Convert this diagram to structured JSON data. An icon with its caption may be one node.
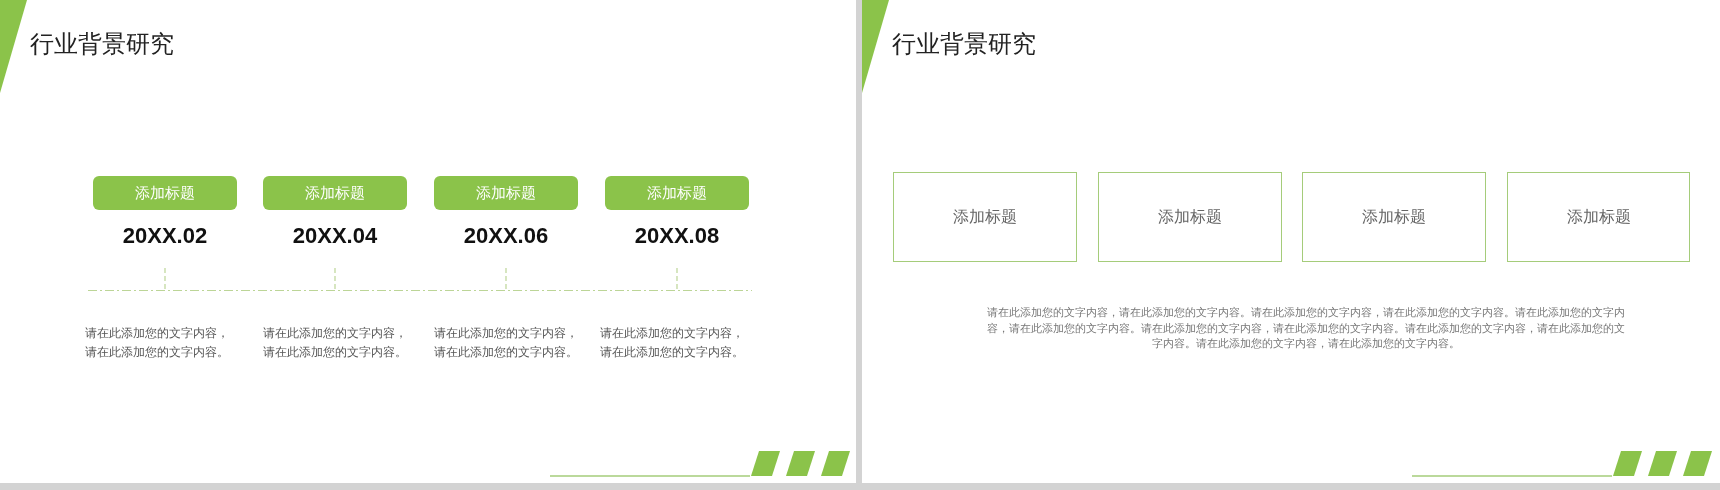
{
  "diagram": {
    "nodes": [
      {
        "text": [
          "添加标题"
        ],
        "beside": [
          "20XX.02"
        ]
      },
      {
        "text": [
          "添加标题"
        ],
        "beside": [
          "20XX.04"
        ]
      },
      {
        "text": [
          "添加标题"
        ],
        "beside": [
          "20XX.06"
        ]
      },
      {
        "text": [
          "添加标题"
        ],
        "beside": [
          "20XX.08"
        ]
      },
      {
        "text": [
          "添加标题"
        ]
      },
      {
        "text": [
          "添加标题"
        ]
      },
      {
        "text": [
          "添加标题"
        ]
      },
      {
        "text": [
          "添加标题"
        ]
      }
    ],
    "labels": [
      "行业背景研究",
      "请在此添加您的文字内容，请在此添加您的文字内容。",
      "请在此添加您的文字内容，请在此添加您的文字内容。",
      "请在此添加您的文字内容，请在此添加您的文字内容。",
      "请在此添加您的文字内容，请在此添加您的文字内容。",
      "行业背景研究",
      "请在此添加您的文字内容，请在此添加您的文字内容。请在此添加您的文字内容，请在此添加您的文字内容。请在此添加您的文字内容，请在此添加您的文字内容。请在此添加您的文字内容，请在此添加您的文字内容。请在此添加您的文字内容，请在此添加您的文字内容。请在此添加您的文字内容，请在此添加您的文字内容。"
    ]
  }
}
